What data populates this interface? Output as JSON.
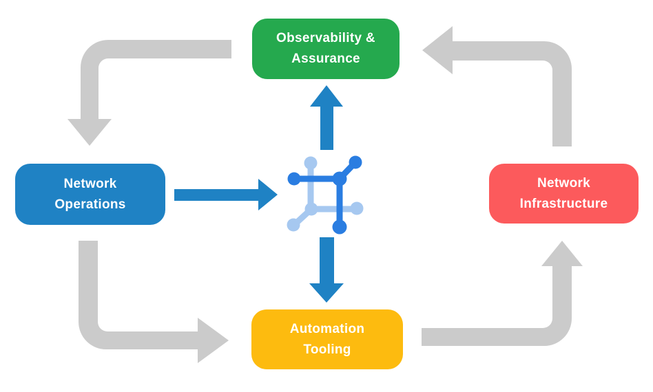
{
  "diagram": {
    "title": "Network automation lifecycle diagram",
    "nodes": {
      "observability": {
        "label": "Observability & Assurance",
        "line1": "Observability &",
        "line2": "Assurance",
        "color": "#25A94E"
      },
      "operations": {
        "label": "Network Operations",
        "line1": "Network",
        "line2": "Operations",
        "color": "#1F82C4"
      },
      "infrastructure": {
        "label": "Network Infrastructure",
        "line1": "Network",
        "line2": "Infrastructure",
        "color": "#FC5A5C"
      },
      "automation": {
        "label": "Automation Tooling",
        "line1": "Automation",
        "line2": "Tooling",
        "color": "#FDBB0F"
      }
    },
    "center_icon": "network-mesh-icon",
    "flows": [
      {
        "from": "Observability & Assurance",
        "to": "Network Operations",
        "style": "gray-elbow"
      },
      {
        "from": "Network Operations",
        "to": "Automation Tooling",
        "style": "gray-elbow"
      },
      {
        "from": "Automation Tooling",
        "to": "Network Infrastructure",
        "style": "gray-elbow"
      },
      {
        "from": "Network Infrastructure",
        "to": "Observability & Assurance",
        "style": "gray-elbow"
      },
      {
        "from": "Network Operations",
        "to": "center-icon",
        "style": "blue-straight"
      },
      {
        "from": "center-icon",
        "to": "Observability & Assurance",
        "style": "blue-straight"
      },
      {
        "from": "center-icon",
        "to": "Automation Tooling",
        "style": "blue-straight"
      }
    ],
    "colors": {
      "background": "#FFFFFF",
      "node_green": "#25A94E",
      "node_blue": "#1F82C4",
      "node_red": "#FC5A5C",
      "node_yellow": "#FDBB0F",
      "arrow_gray": "#CBCBCB",
      "arrow_blue": "#1F82C4",
      "icon_blue_dark": "#2A7DE1",
      "icon_blue_light": "#A6C8F0",
      "text": "#FFFFFF"
    }
  }
}
